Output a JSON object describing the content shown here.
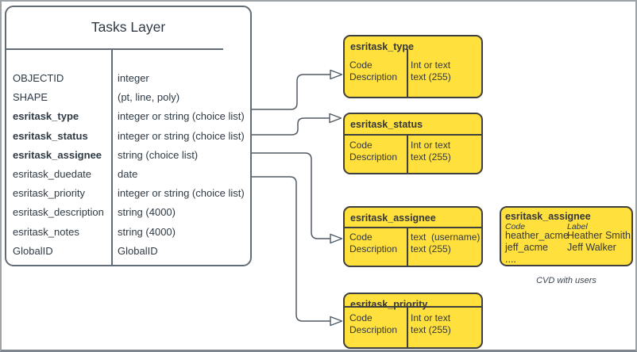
{
  "colors": {
    "yellow_fill": "#FFE03C",
    "yellow_border": "#3F3F3F",
    "table_border": "#626C76",
    "text": "#2E3A45",
    "connector": "#505A64"
  },
  "main_table": {
    "title": "Tasks Layer",
    "rows": [
      {
        "field": "OBJECTID",
        "type": "integer",
        "bold": false
      },
      {
        "field": "SHAPE",
        "type": "(pt, line, poly)",
        "bold": false
      },
      {
        "field": "esritask_type",
        "type": "integer or string (choice list)",
        "bold": true
      },
      {
        "field": "esritask_status",
        "type": "integer or string (choice list)",
        "bold": true
      },
      {
        "field": "esritask_assignee",
        "type": "string (choice list)",
        "bold": true
      },
      {
        "field": "esritask_duedate",
        "type": "date",
        "bold": false
      },
      {
        "field": "esritask_priority",
        "type": "integer or string (choice list)",
        "bold": false
      },
      {
        "field": "esritask_description",
        "type": "string (4000)",
        "bold": false
      },
      {
        "field": "esritask_notes",
        "type": "string (4000)",
        "bold": false
      },
      {
        "field": "GlobalID",
        "type": "GlobalID",
        "bold": false
      }
    ]
  },
  "cvd_boxes": [
    {
      "title": "esritask_type",
      "fields": [
        "Code",
        "Description"
      ],
      "types": [
        "Int or text",
        "text (255)"
      ]
    },
    {
      "title": "esritask_status",
      "fields": [
        "Code",
        "Description"
      ],
      "types": [
        "Int or text",
        "text (255)"
      ]
    },
    {
      "title": "esritask_assignee",
      "fields": [
        "Code",
        "Description"
      ],
      "types": [
        "text  (username)",
        "text (255)"
      ]
    },
    {
      "title": "esritask_priority",
      "fields": [
        "Code",
        "Description"
      ],
      "types": [
        "Int or text",
        "text (255)"
      ]
    }
  ],
  "assignee_detail": {
    "title": "esritask_assignee",
    "col_headers": [
      "Code",
      "Label"
    ],
    "rows": [
      {
        "code": "heather_acme",
        "label": "Heather Smith"
      },
      {
        "code": "jeff_acme",
        "label": "Jeff Walker"
      },
      {
        "code": "....",
        "label": ""
      }
    ],
    "caption": "CVD with users"
  }
}
